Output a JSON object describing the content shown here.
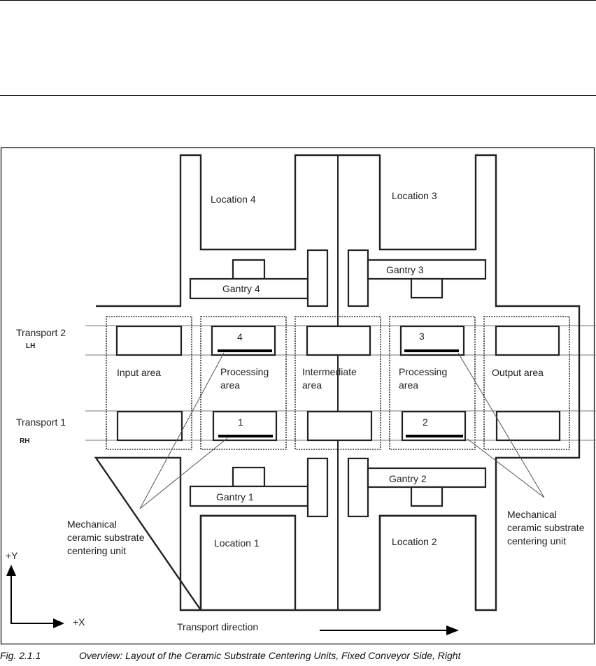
{
  "figure": {
    "number": "Fig. 2.1.1",
    "title": "Overview: Layout of the Ceramic Substrate Centering Units, Fixed Conveyor Side, Right"
  },
  "locations": [
    "Location 4",
    "Location 3",
    "Location 1",
    "Location 2"
  ],
  "gantries": [
    "Gantry 4",
    "Gantry 3",
    "Gantry 1",
    "Gantry 2"
  ],
  "transports": [
    {
      "name": "Transport 2",
      "side": "LH"
    },
    {
      "name": "Transport 1",
      "side": "RH"
    }
  ],
  "areas": [
    {
      "line1": "Input area",
      "line2": ""
    },
    {
      "line1": "Processing",
      "line2": "area"
    },
    {
      "line1": "Intermediate",
      "line2": "area"
    },
    {
      "line1": "Processing",
      "line2": "area"
    },
    {
      "line1": "Output area",
      "line2": ""
    }
  ],
  "stations": {
    "top_processing_left": "4",
    "top_processing_right": "3",
    "bottom_processing_left": "1",
    "bottom_processing_right": "2"
  },
  "centering_unit_label": {
    "line1": "Mechanical",
    "line2": "ceramic substrate",
    "line3": "centering unit"
  },
  "axes": {
    "y": "+Y",
    "x": "+X"
  },
  "transport_direction": "Transport direction"
}
